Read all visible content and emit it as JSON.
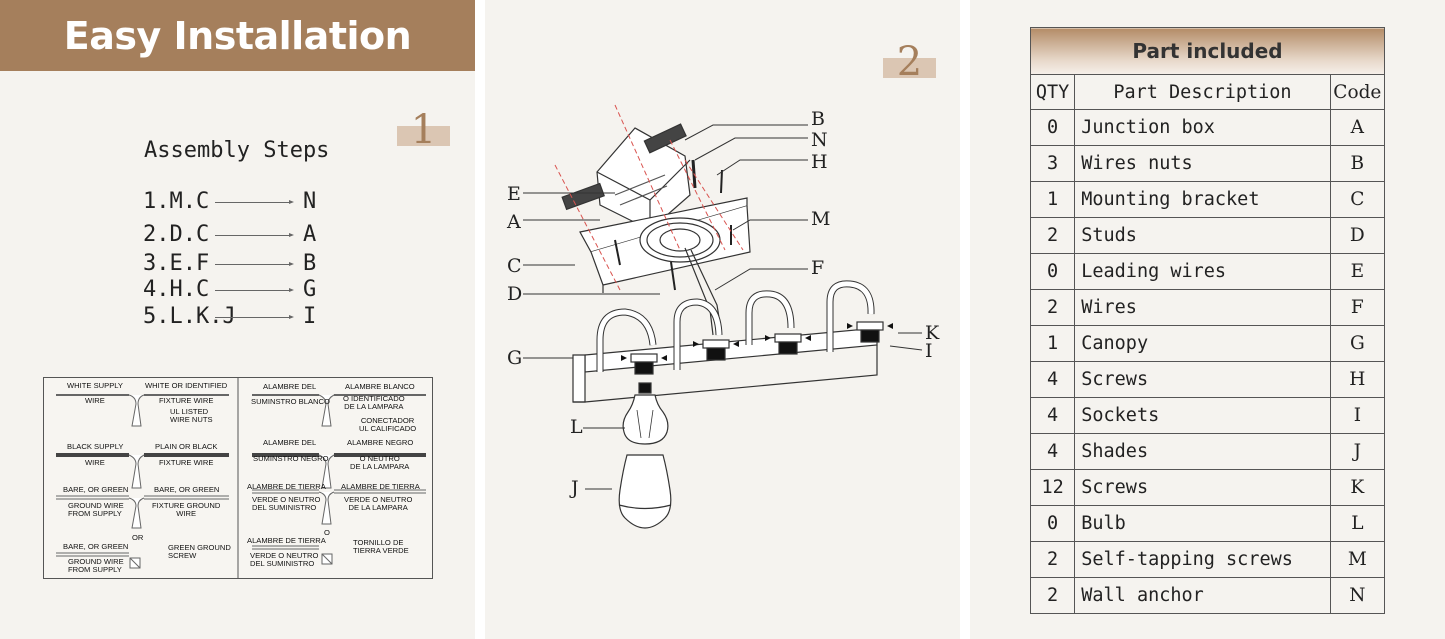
{
  "panel1": {
    "banner": "Easy Installation",
    "step_number": "1",
    "assembly_title": "Assembly Steps",
    "steps": [
      {
        "left": "1.M.C",
        "right": "N"
      },
      {
        "left": "2.D.C",
        "right": "A"
      },
      {
        "left": "3.E.F",
        "right": "B"
      },
      {
        "left": "4.H.C",
        "right": "G"
      },
      {
        "left": "5.L.K.J",
        "right": "I"
      }
    ],
    "wiring_en": {
      "white_supply": "WHITE SUPPLY",
      "white_or_identified": "WHITE OR IDENTIFIED",
      "wire1": "WIRE",
      "fixture_wire1": "FIXTURE WIRE",
      "ul_listed": "UL LISTED\nWIRE NUTS",
      "black_supply": "BLACK SUPPLY",
      "plain_or_black": "PLAIN OR BLACK",
      "wire2": "WIRE",
      "fixture_wire2": "FIXTURE WIRE",
      "bare_green1": "BARE, OR GREEN",
      "bare_green2": "BARE, OR GREEN",
      "ground_from_supply1": "GROUND WIRE\nFROM SUPPLY",
      "fixture_ground": "FIXTURE GROUND\nWIRE",
      "or": "OR",
      "bare_green3": "BARE, OR GREEN",
      "green_screw": "GREEN GROUND\nSCREW",
      "ground_from_supply2": "GROUND WIRE\nFROM SUPPLY"
    },
    "wiring_es": {
      "alambre_del1": "ALAMBRE DEL",
      "alambre_blanco": "ALAMBRE BLANCO",
      "suministro_blanco": "SUMINSTRO BLANCO",
      "identificado": "O IDENTIFICADO\nDE LA LAMPARA",
      "conector": "CONECTADOR\nUL CALIFICADO",
      "alambre_del2": "ALAMBRE DEL",
      "alambre_negro": "ALAMBRE NEGRO",
      "suministro_negro": "SUMINSTRO NEGRO",
      "neutro_lampara1": "O NEUTRO\nDE LA LAMPARA",
      "tierra1": "ALAMBRE DE TIERRA",
      "tierra2": "ALAMBRE DE TIERRA",
      "verde_suministro1": "VERDE O NEUTRO\nDEL SUMINISTRO",
      "verde_lampara": "VERDE O NEUTRO\nDE LA LAMPARA",
      "o": "O",
      "tierra3": "ALAMBRE DE TIERRA",
      "tornillo": "TORNILLO DE\nTIERRA VERDE",
      "verde_suministro2": "VERDE O NEUTRO\nDEL SUMINISTRO"
    }
  },
  "panel2": {
    "step_number": "2",
    "labels": {
      "B": "B",
      "N": "N",
      "H": "H",
      "E": "E",
      "A": "A",
      "M": "M",
      "C": "C",
      "F": "F",
      "D": "D",
      "K": "K",
      "I": "I",
      "G": "G",
      "L": "L",
      "J": "J"
    }
  },
  "panel3": {
    "title": "Part included",
    "headers": {
      "qty": "QTY",
      "desc": "Part Description",
      "code": "Code"
    },
    "rows": [
      {
        "qty": "0",
        "desc": "Junction box",
        "code": "A"
      },
      {
        "qty": "3",
        "desc": "Wires nuts",
        "code": "B"
      },
      {
        "qty": "1",
        "desc": "Mounting bracket",
        "code": "C"
      },
      {
        "qty": "2",
        "desc": "Studs",
        "code": "D"
      },
      {
        "qty": "0",
        "desc": "Leading wires",
        "code": "E"
      },
      {
        "qty": "2",
        "desc": "Wires",
        "code": "F"
      },
      {
        "qty": "1",
        "desc": "Canopy",
        "code": "G"
      },
      {
        "qty": "4",
        "desc": "Screws",
        "code": "H"
      },
      {
        "qty": "4",
        "desc": "Sockets",
        "code": "I"
      },
      {
        "qty": "4",
        "desc": "Shades",
        "code": "J"
      },
      {
        "qty": "12",
        "desc": "Screws",
        "code": "K"
      },
      {
        "qty": "0",
        "desc": "Bulb",
        "code": "L"
      },
      {
        "qty": "2",
        "desc": "Self-tapping screws",
        "code": "M"
      },
      {
        "qty": "2",
        "desc": "Wall anchor",
        "code": "N"
      }
    ]
  },
  "colors": {
    "brand": "#a57f5c",
    "badge_bg": "#dbc6b3",
    "panel_bg": "#f5f3ef",
    "guide_red": "#d9534f"
  }
}
